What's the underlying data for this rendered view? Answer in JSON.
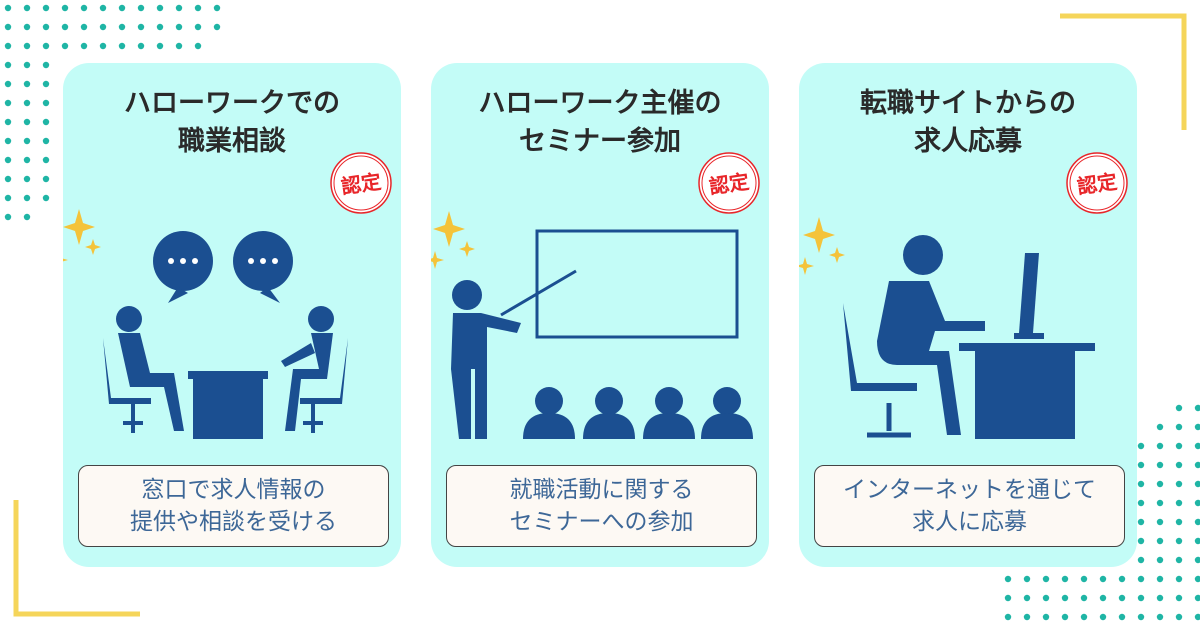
{
  "colors": {
    "card": "#c3fcf7",
    "figure": "#1b4f91",
    "dots": "#1fb5a5",
    "stamp": "#e8262a",
    "accent": "#f5c842"
  },
  "stamp_label": "認定",
  "cards": [
    {
      "title": "ハローワークでの\n職業相談",
      "description": "窓口で求人情報の\n提供や相談を受ける"
    },
    {
      "title": "ハローワーク主催の\nセミナー参加",
      "description": "就職活動に関する\nセミナーへの参加"
    },
    {
      "title": "転職サイトからの\n求人応募",
      "description": "インターネットを通じて\n求人に応募"
    }
  ]
}
